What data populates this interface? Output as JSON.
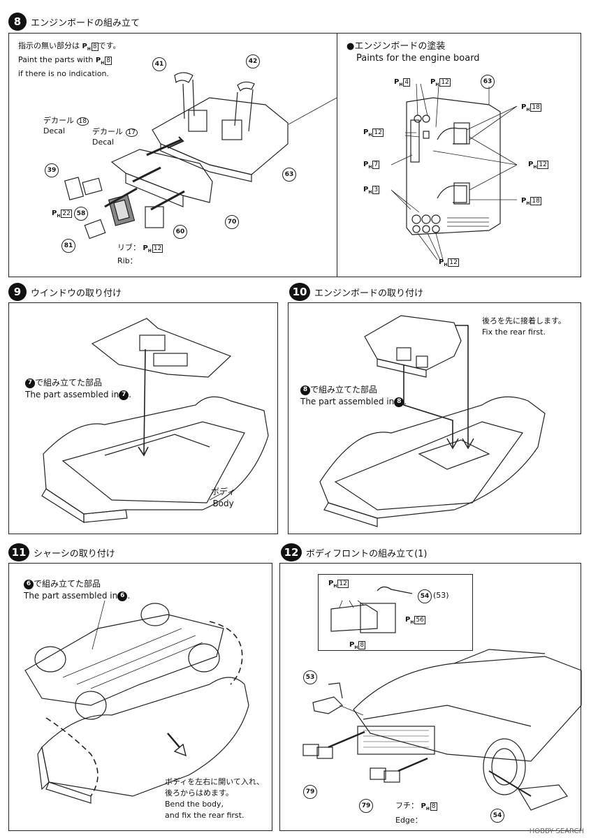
{
  "steps": [
    {
      "num": "8",
      "title": "エンジンボードの組み立て"
    },
    {
      "num": "9",
      "title": "ウインドウの取り付け"
    },
    {
      "num": "10",
      "title": "エンジンボードの取り付け"
    },
    {
      "num": "11",
      "title": "シャーシの取り付け"
    },
    {
      "num": "12",
      "title": "ボディフロントの組み立て(1)"
    }
  ],
  "step8": {
    "note_jp": "指示の無い部分は",
    "note_jp_suffix": "です。",
    "note_en": "Paint the parts with",
    "note_en2": "if there is no indication.",
    "ph_color": "8",
    "decal18_jp": "デカール",
    "decal18_en": "Decal",
    "decal18_num": "18",
    "decal17_jp": "デカール",
    "decal17_en": "Decal",
    "decal17_num": "17",
    "rib_jp": "リブ：",
    "rib_en": "Rib：",
    "rib_color": "12",
    "ph22": "22",
    "parts": [
      "41",
      "42",
      "63",
      "70",
      "60",
      "39",
      "58",
      "81"
    ],
    "paint_title_jp": "●エンジンボードの塗装",
    "paint_title_en": "Paints for the engine board",
    "paint_labels": [
      "4",
      "12",
      "63",
      "18",
      "12",
      "7",
      "12",
      "3",
      "18",
      "12"
    ]
  },
  "step9": {
    "part_jp": "で組み立てた部品",
    "part_en": "The part assembled in",
    "ref": "7",
    "body_jp": "ボディ",
    "body_en": "Body"
  },
  "step10": {
    "note_jp": "後ろを先に接着します。",
    "note_en": "Fix the rear first.",
    "part_jp": "で組み立てた部品",
    "part_en": "The part assembled in",
    "ref": "8"
  },
  "step11": {
    "part_jp": "で組み立てた部品",
    "part_en": "The part assembled in",
    "ref": "6",
    "note_jp1": "ボディを左右に開いて入れ、",
    "note_jp2": "後ろからはめます。",
    "note_en1": "Bend the body,",
    "note_en2": "and fix the rear first."
  },
  "step12": {
    "ph12": "12",
    "ph56": "56",
    "ph8": "8",
    "p54": "54",
    "p53paren": "(53)",
    "p53": "53",
    "p79a": "79",
    "p79b": "79",
    "p54b": "54",
    "edge_jp": "フチ：",
    "edge_en": "Edge：",
    "edge_color": "8"
  },
  "watermark": "HOBBY SEARCH"
}
